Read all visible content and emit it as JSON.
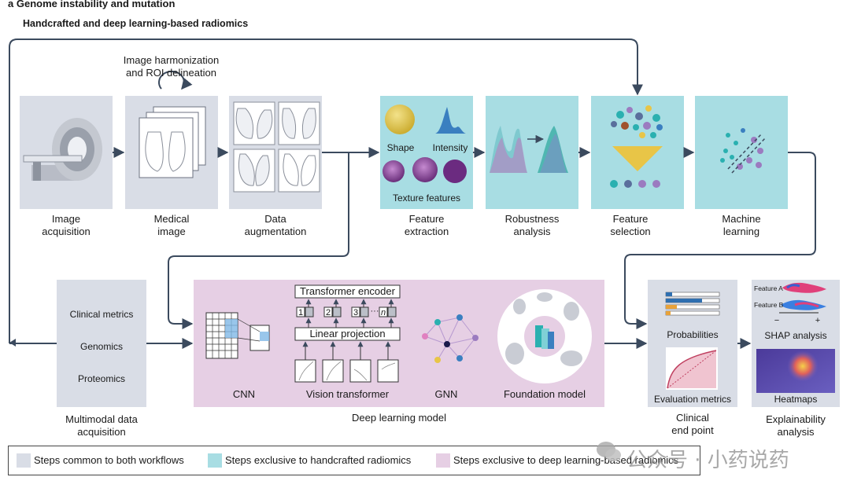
{
  "header": {
    "panel_letter": "a",
    "title": "Genome instability and mutation",
    "subtitle": "Handcrafted and deep learning-based radiomics"
  },
  "top_row": {
    "harmonization_label_1": "Image harmonization",
    "harmonization_label_2": "and ROI delineation",
    "steps": [
      {
        "line1": "Image",
        "line2": "acquisition"
      },
      {
        "line1": "Medical",
        "line2": "image"
      },
      {
        "line1": "Data",
        "line2": "augmentation"
      },
      {
        "line1": "Feature",
        "line2": "extraction"
      },
      {
        "line1": "Robustness",
        "line2": "analysis"
      },
      {
        "line1": "Feature",
        "line2": "selection"
      },
      {
        "line1": "Machine",
        "line2": "learning"
      }
    ],
    "feature_labels": {
      "shape": "Shape",
      "intensity": "Intensity",
      "texture": "Texture features"
    }
  },
  "bottom_row": {
    "multimodal": {
      "items": [
        "Clinical metrics",
        "Genomics",
        "Proteomics"
      ],
      "line1": "Multimodal data",
      "line2": "acquisition"
    },
    "deep_learning": {
      "caption": "Deep learning model",
      "transformer_encoder": "Transformer encoder",
      "linear_projection": "Linear projection",
      "tokens": [
        "1",
        "2",
        "3",
        "n"
      ],
      "ellipsis": "···",
      "models": {
        "cnn": "CNN",
        "vit": "Vision transformer",
        "gnn": "GNN",
        "foundation": "Foundation model"
      }
    },
    "clinical": {
      "probabilities": "Probabilities",
      "evaluation": "Evaluation metrics",
      "line1": "Clinical",
      "line2": "end point"
    },
    "explainability": {
      "feature_a": "Feature A",
      "feature_b": "Feature B",
      "minus": "−",
      "plus": "+",
      "shap": "SHAP analysis",
      "heatmaps": "Heatmaps",
      "line1": "Explainability",
      "line2": "analysis"
    }
  },
  "legend": {
    "common": "Steps common to both workflows",
    "handcrafted": "Steps exclusive to handcrafted radiomics",
    "deep": "Steps exclusive to deep learning-based radiomics"
  },
  "watermark": "公众号 · 小药说药",
  "colors": {
    "grey_box": "#d9dde6",
    "teal_box": "#a8dde3",
    "pink_box": "#e6cfe4",
    "arrow": "#3b4a5e",
    "yellow": "#e8c547",
    "purple": "#6b2b80",
    "teal_dot": "#2ab0b0",
    "blue_cell": "#7fb8e6"
  }
}
